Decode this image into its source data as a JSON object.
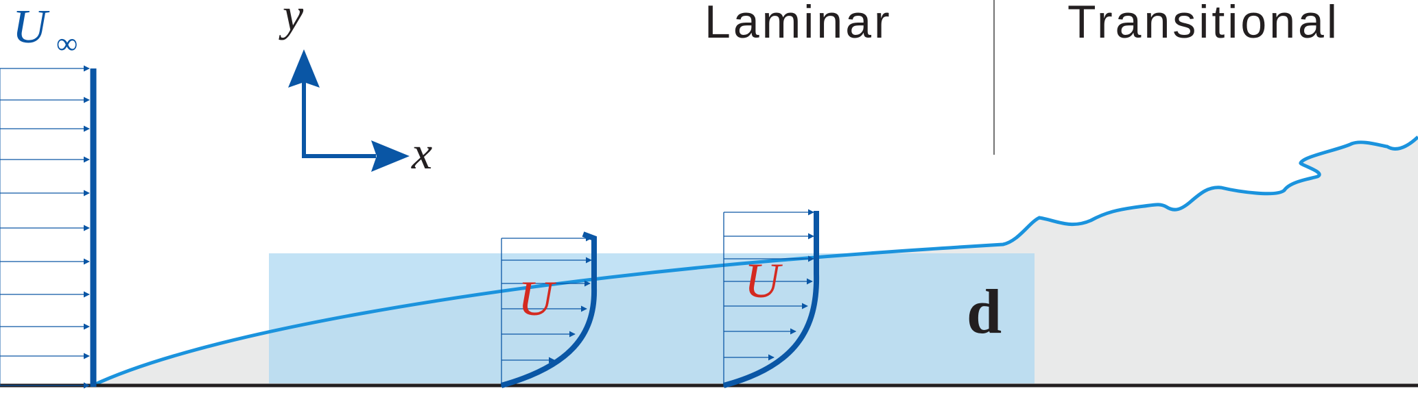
{
  "labels": {
    "free_stream_velocity": "U",
    "free_stream_subscript": "∞",
    "y_axis": "y",
    "x_axis": "x",
    "region_laminar": "Laminar",
    "region_transitional": "Transitional",
    "profile_1_velocity": "U",
    "profile_2_velocity": "U",
    "domain_label": "d"
  },
  "colors": {
    "arrow_blue": "#0a56a5",
    "boundary_layer_edge": "#1b93dd",
    "velocity_label_red": "#d42a20",
    "domain_fill": "#aed8f2",
    "boundary_layer_fill": "#e9eaea",
    "wall": "#231f20",
    "text": "#231f20"
  }
}
